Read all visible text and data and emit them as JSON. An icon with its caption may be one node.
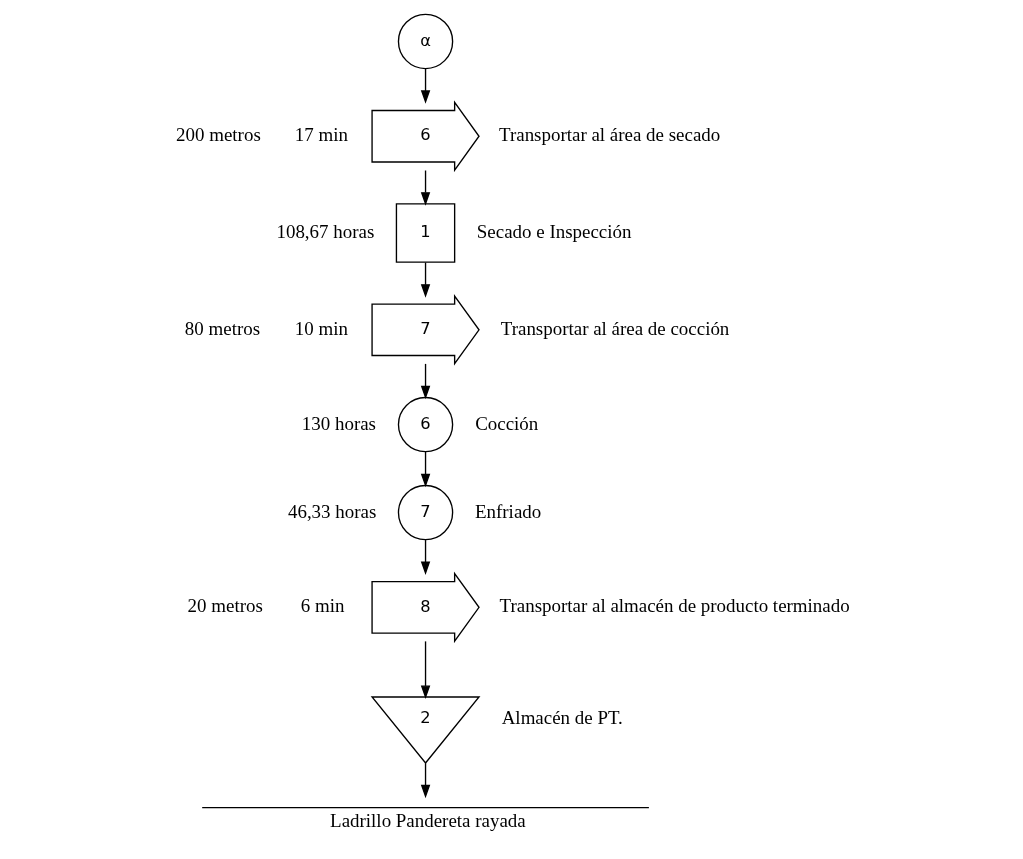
{
  "diagram": {
    "nodes": [
      {
        "text": [
          "α"
        ]
      },
      {
        "text": [
          "6"
        ],
        "beside": [
          "200 metros",
          "17 min",
          "Transportar al área de secado"
        ]
      },
      {
        "text": [
          "1"
        ],
        "beside": [
          "108,67 horas",
          "Secado e Inspección"
        ]
      },
      {
        "text": [
          "7"
        ],
        "beside": [
          "80 metros",
          "10 min",
          "Transportar al área de cocción"
        ]
      },
      {
        "text": [
          "6"
        ],
        "beside": [
          "130 horas",
          "Cocción"
        ]
      },
      {
        "text": [
          "7"
        ],
        "beside": [
          "46,33 horas",
          "Enfriado"
        ]
      },
      {
        "text": [
          "8"
        ],
        "beside": [
          "20 metros",
          "6 min",
          "Transportar al almacén de producto terminado"
        ]
      },
      {
        "text": [
          "2"
        ],
        "beside": [
          "Almacén de PT."
        ]
      },
      {
        "text": [
          "Ladrillo Pandereta rayada"
        ]
      }
    ],
    "edges": [
      {
        "from": 0,
        "to": 1,
        "arrow": "to"
      },
      {
        "from": 1,
        "to": 2,
        "arrow": "to"
      },
      {
        "from": 2,
        "to": 3,
        "arrow": "to"
      },
      {
        "from": 3,
        "to": 4,
        "arrow": "to"
      },
      {
        "from": 4,
        "to": 5,
        "arrow": "to"
      },
      {
        "from": 5,
        "to": 6,
        "arrow": "to"
      },
      {
        "from": 6,
        "to": 7,
        "arrow": "to"
      },
      {
        "from": 7,
        "to": 8,
        "arrow": "to"
      }
    ]
  }
}
